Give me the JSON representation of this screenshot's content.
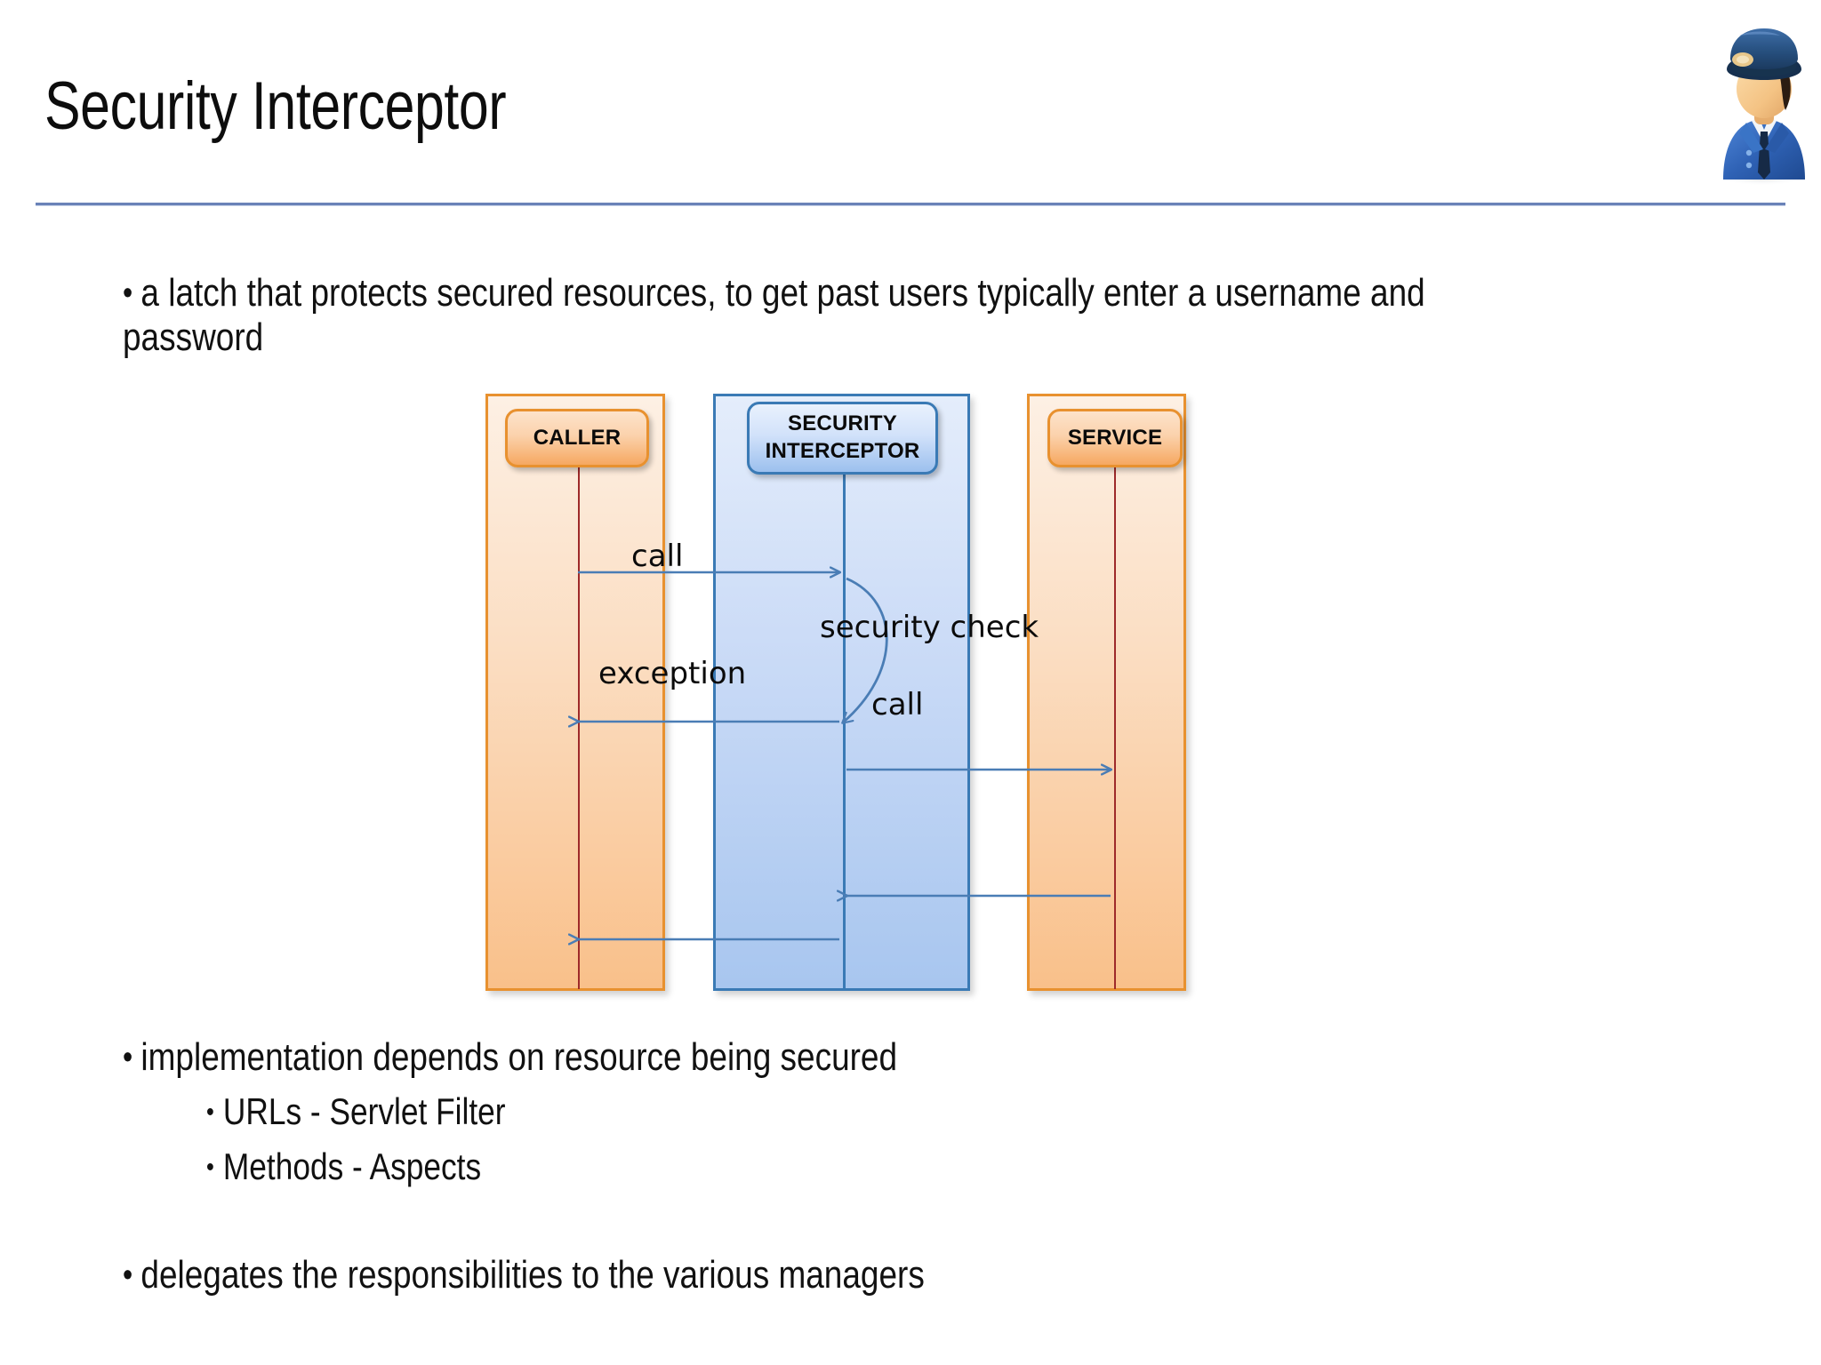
{
  "slide": {
    "title": "Security Interceptor",
    "header_icon": "police-officer-icon",
    "accent_rule_color": "#6a82b8"
  },
  "bullets": [
    {
      "id": "b1",
      "level": 1,
      "marker": "•",
      "text": "a latch that protects secured resources, to get past users typically enter a username and password"
    },
    {
      "id": "b2",
      "level": 1,
      "marker": "•",
      "text": "implementation depends on resource being secured"
    },
    {
      "id": "b3",
      "level": 2,
      "marker": "•",
      "text": "URLs - Servlet Filter"
    },
    {
      "id": "b4",
      "level": 2,
      "marker": "•",
      "text": "Methods - Aspects"
    },
    {
      "id": "b5",
      "level": 1,
      "marker": "•",
      "text": "delegates the responsibilities to the various managers"
    }
  ],
  "diagram": {
    "type": "sequence-diagram",
    "colors": {
      "participant_orange_border": "#e8912f",
      "participant_orange_fill": "#fbdec3",
      "participant_blue_border": "#3a7ab5",
      "participant_blue_fill": "#ccdcf7",
      "arrow": "#4a7db5",
      "lifeline_orange": "#9e2a2a",
      "lifeline_blue": "#3a7ab5"
    },
    "participants": [
      {
        "id": "caller",
        "label": "CALLER",
        "label_line1": "CALLER",
        "label_line2": "",
        "style": "orange"
      },
      {
        "id": "interceptor",
        "label": "SECURITY INTERCEPTOR",
        "label_line1": "SECURITY",
        "label_line2": "INTERCEPTOR",
        "style": "blue"
      },
      {
        "id": "service",
        "label": "SERVICE",
        "label_line1": "SERVICE",
        "label_line2": "",
        "style": "orange"
      }
    ],
    "messages": [
      {
        "id": "m1",
        "label": "call",
        "from": "caller",
        "to": "interceptor",
        "direction": "right",
        "shape": "straight"
      },
      {
        "id": "m2",
        "label": "security check",
        "from": "interceptor",
        "to": "interceptor",
        "direction": "self",
        "shape": "curved"
      },
      {
        "id": "m3",
        "label": "exception",
        "from": "interceptor",
        "to": "caller",
        "direction": "left",
        "shape": "straight"
      },
      {
        "id": "m4",
        "label": "call",
        "from": "interceptor",
        "to": "service",
        "direction": "right",
        "shape": "straight"
      },
      {
        "id": "m5",
        "label": "",
        "from": "service",
        "to": "interceptor",
        "direction": "left",
        "shape": "straight"
      },
      {
        "id": "m6",
        "label": "",
        "from": "interceptor",
        "to": "caller",
        "direction": "left",
        "shape": "straight"
      }
    ]
  }
}
